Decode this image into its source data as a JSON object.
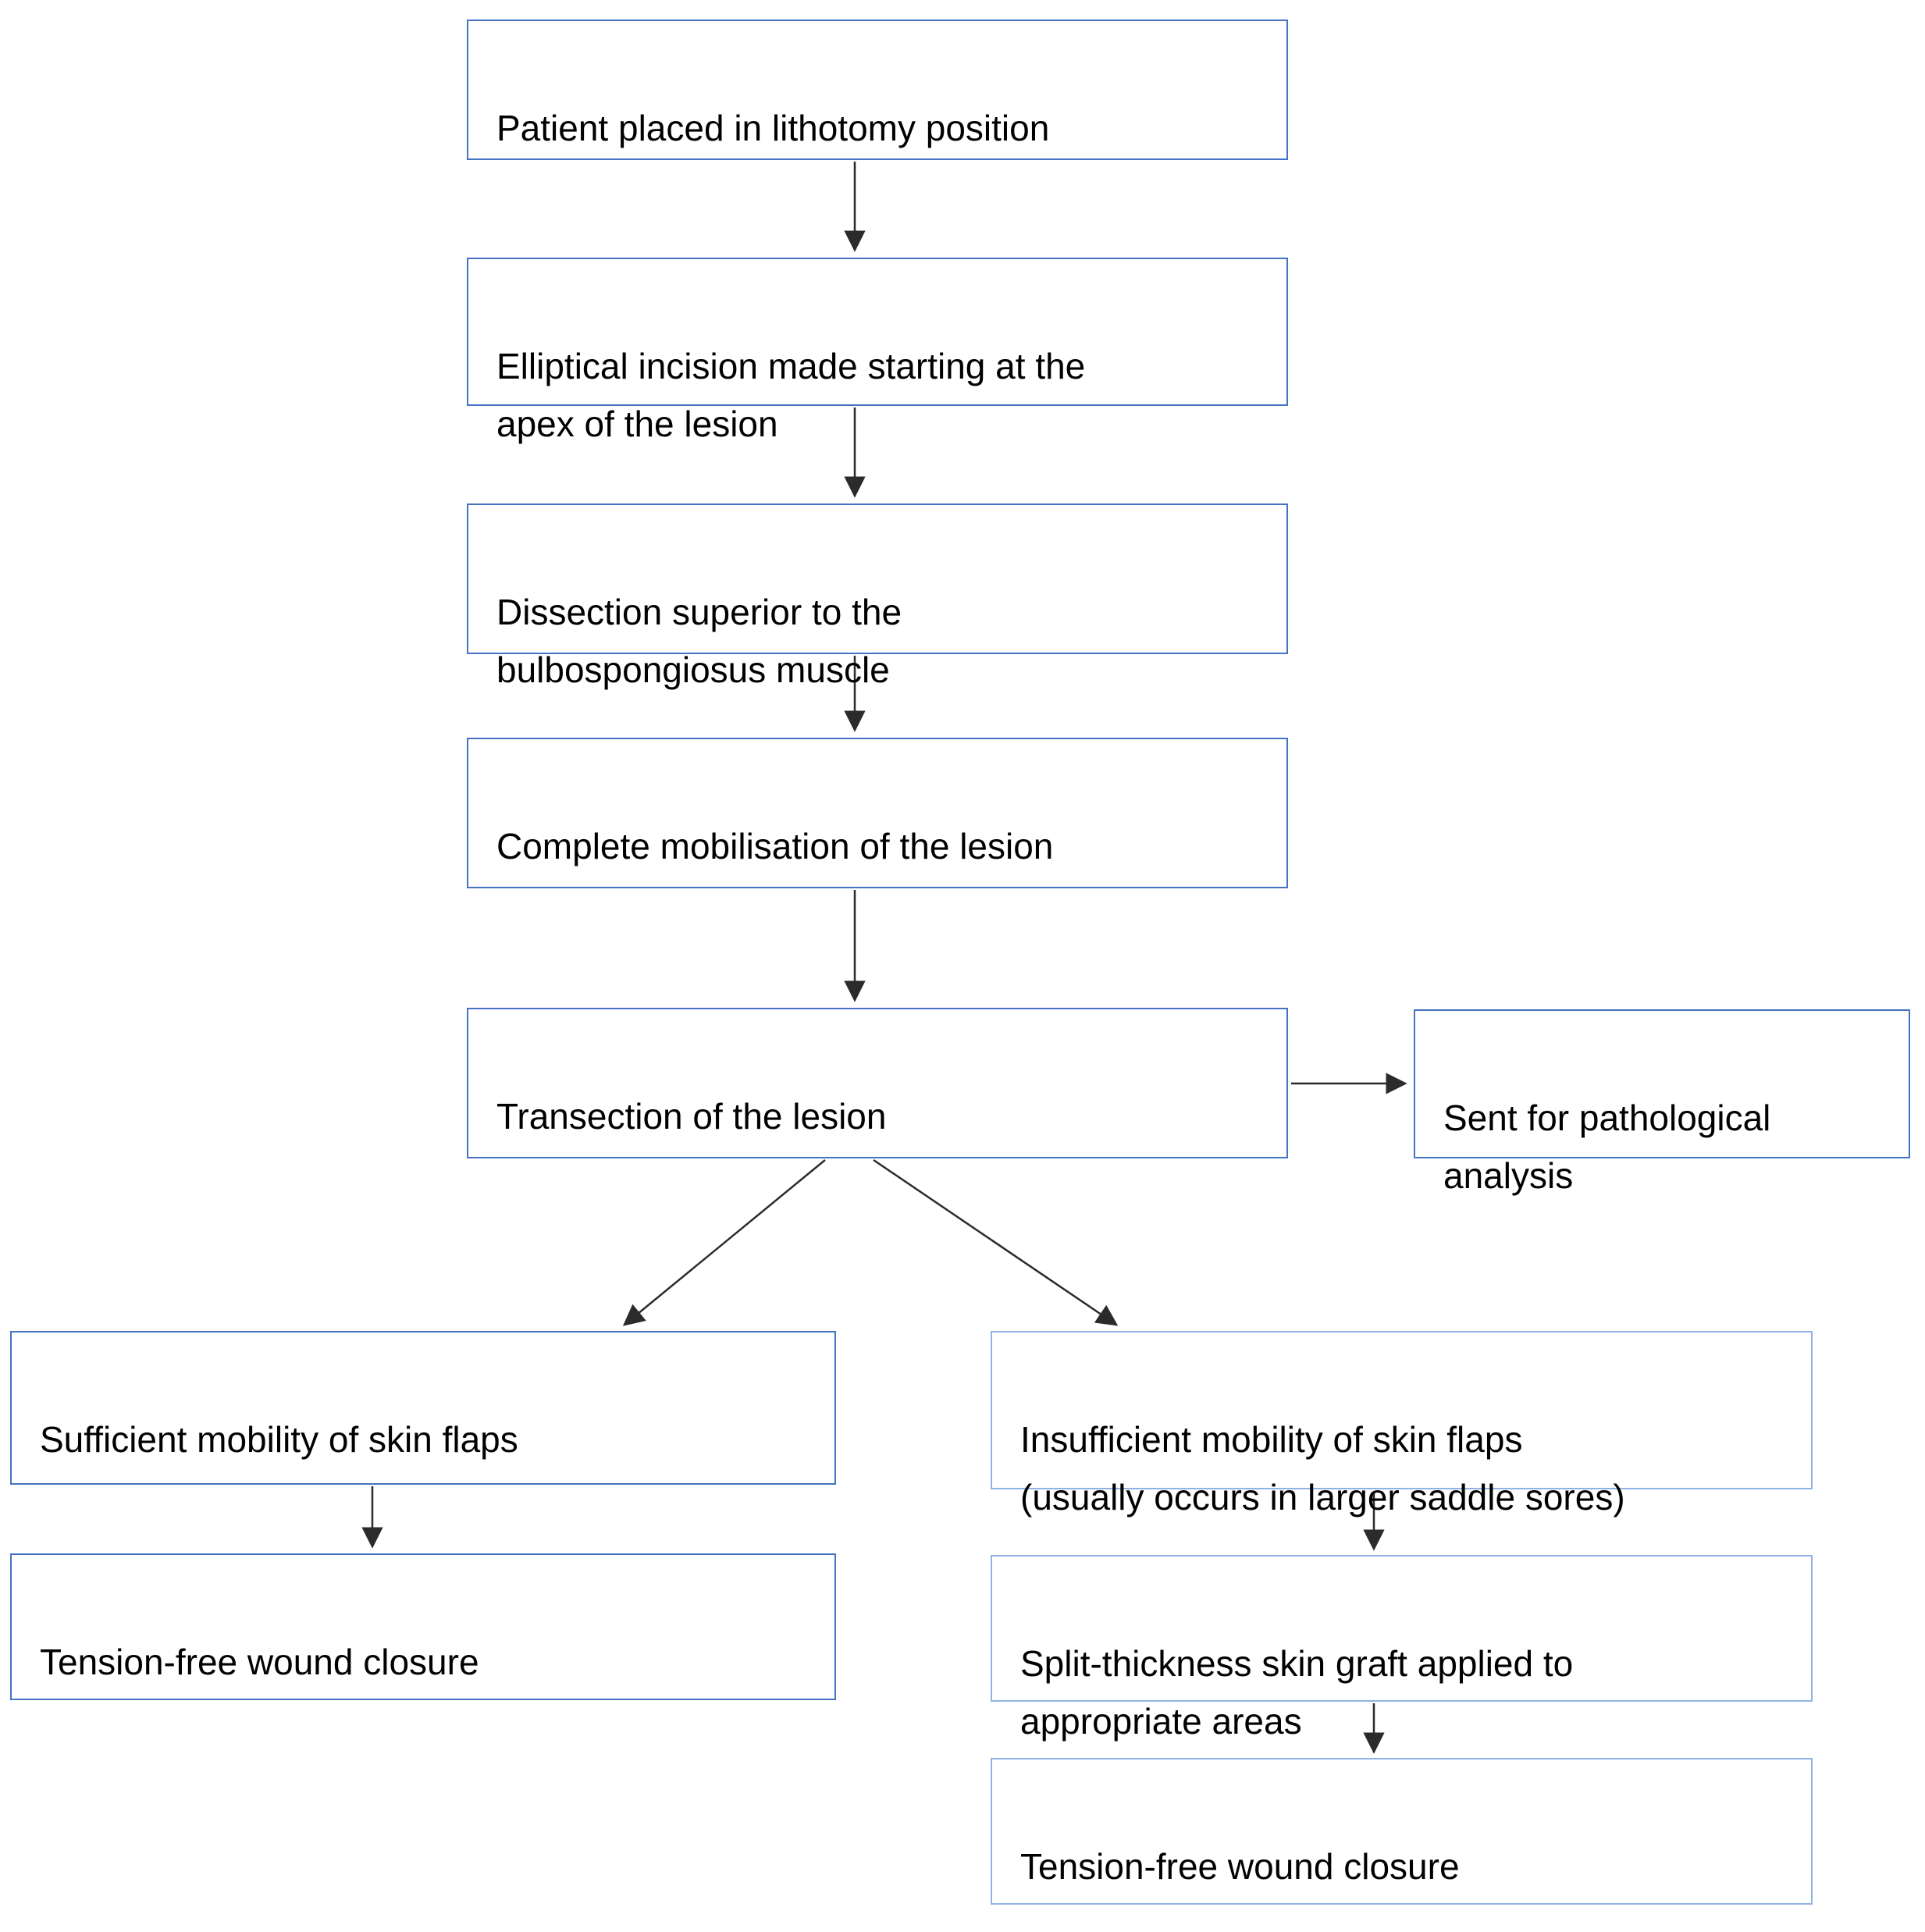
{
  "diagram": {
    "nodes": {
      "lithotomy": {
        "label": "Patient placed in lithotomy position"
      },
      "incision": {
        "label": "Elliptical incision made starting at the\napex of the lesion"
      },
      "dissection": {
        "label": "Dissection superior to the\nbulbospongiosus muscle"
      },
      "mobilisation": {
        "label": "Complete mobilisation of the lesion"
      },
      "transection": {
        "label": "Transection of the lesion"
      },
      "pathology": {
        "label": "Sent for pathological\nanalysis"
      },
      "sufficient": {
        "label": "Sufficient mobility of skin flaps"
      },
      "closure_left": {
        "label": "Tension-free wound closure"
      },
      "insufficient": {
        "label": "Insufficient mobility of skin flaps\n(usually occurs in larger saddle sores)"
      },
      "graft": {
        "label": "Split-thickness skin graft applied to\nappropriate areas"
      },
      "closure_right": {
        "label": "Tension-free wound closure"
      }
    },
    "edges": [
      {
        "from": "lithotomy",
        "to": "incision"
      },
      {
        "from": "incision",
        "to": "dissection"
      },
      {
        "from": "dissection",
        "to": "mobilisation"
      },
      {
        "from": "mobilisation",
        "to": "transection"
      },
      {
        "from": "transection",
        "to": "pathology"
      },
      {
        "from": "transection",
        "to": "sufficient"
      },
      {
        "from": "transection",
        "to": "insufficient"
      },
      {
        "from": "sufficient",
        "to": "closure_left"
      },
      {
        "from": "insufficient",
        "to": "graft"
      },
      {
        "from": "graft",
        "to": "closure_right"
      }
    ]
  },
  "colors": {
    "box_border": "#4472C4",
    "box_border_light": "#8FB4E3",
    "arrow": "#2b2b2b",
    "background": "#ffffff",
    "text": "#000000"
  }
}
